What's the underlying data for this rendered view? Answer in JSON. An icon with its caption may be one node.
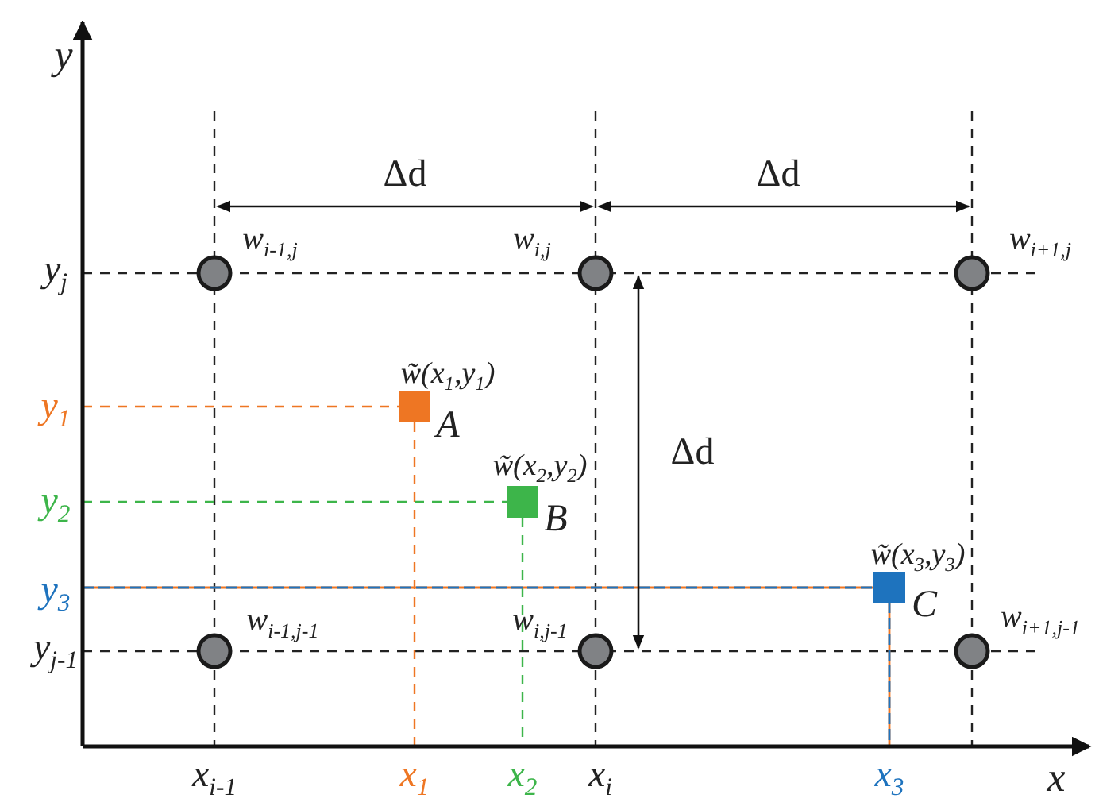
{
  "diagram": {
    "labels": [
      "y",
      "Δd",
      "Δd",
      "w$_{i-1,j}$",
      "w$_{i,j}$",
      "w$_{i+1,j}$",
      "y$_{j}$",
      "w̃(x$_{1}$,y$_{1}$)",
      "y$_{1}$",
      "A",
      "Δd",
      "w̃(x$_{2}$,y$_{2}$)",
      "y$_{2}$",
      "B",
      "w̃(x$_{3}$,y$_{3}$)",
      "y$_{3}$",
      "C",
      "w$_{i-1,j-1}$",
      "w$_{i,j-1}$",
      "w$_{i+1,j-1}$",
      "y$_{j-1}$",
      "x$_{i-1}$",
      "x$_{1}$",
      "x$_{2}$",
      "x$_{i}$",
      "x$_{3}$",
      "x"
    ]
  }
}
